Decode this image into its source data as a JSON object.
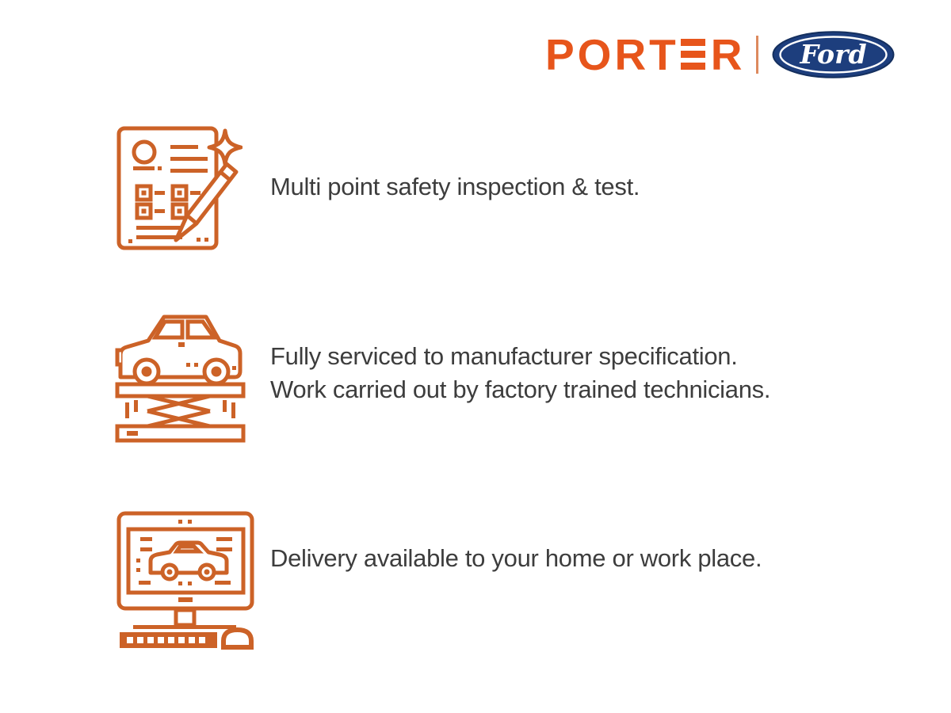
{
  "page": {
    "background": "#FFFFFF"
  },
  "header": {
    "dealer_logo": {
      "text": "PORTER",
      "part_before_e": "PORT",
      "part_after_e": "R",
      "color": "#E7551B"
    },
    "separator_color": "#DD8A5F",
    "ford_logo": {
      "text": "Ford",
      "oval_fill": "#1D3E7D",
      "oval_outline": "#142F5E",
      "ring_color": "#FFFFFF"
    }
  },
  "features": [
    {
      "icon": "inspection-checklist-icon",
      "lines": [
        "Multi point safety inspection & test."
      ]
    },
    {
      "icon": "car-on-lift-icon",
      "lines": [
        "Fully serviced to manufacturer specification.",
        "Work carried out by factory trained technicians."
      ]
    },
    {
      "icon": "delivery-computer-icon",
      "lines": [
        "Delivery available to your home or work place."
      ]
    }
  ],
  "colors": {
    "icon_stroke": "#CC6227",
    "body_text": "#3D3D3D",
    "logo_orange": "#E7551B",
    "ford_blue": "#1D3E7D"
  }
}
